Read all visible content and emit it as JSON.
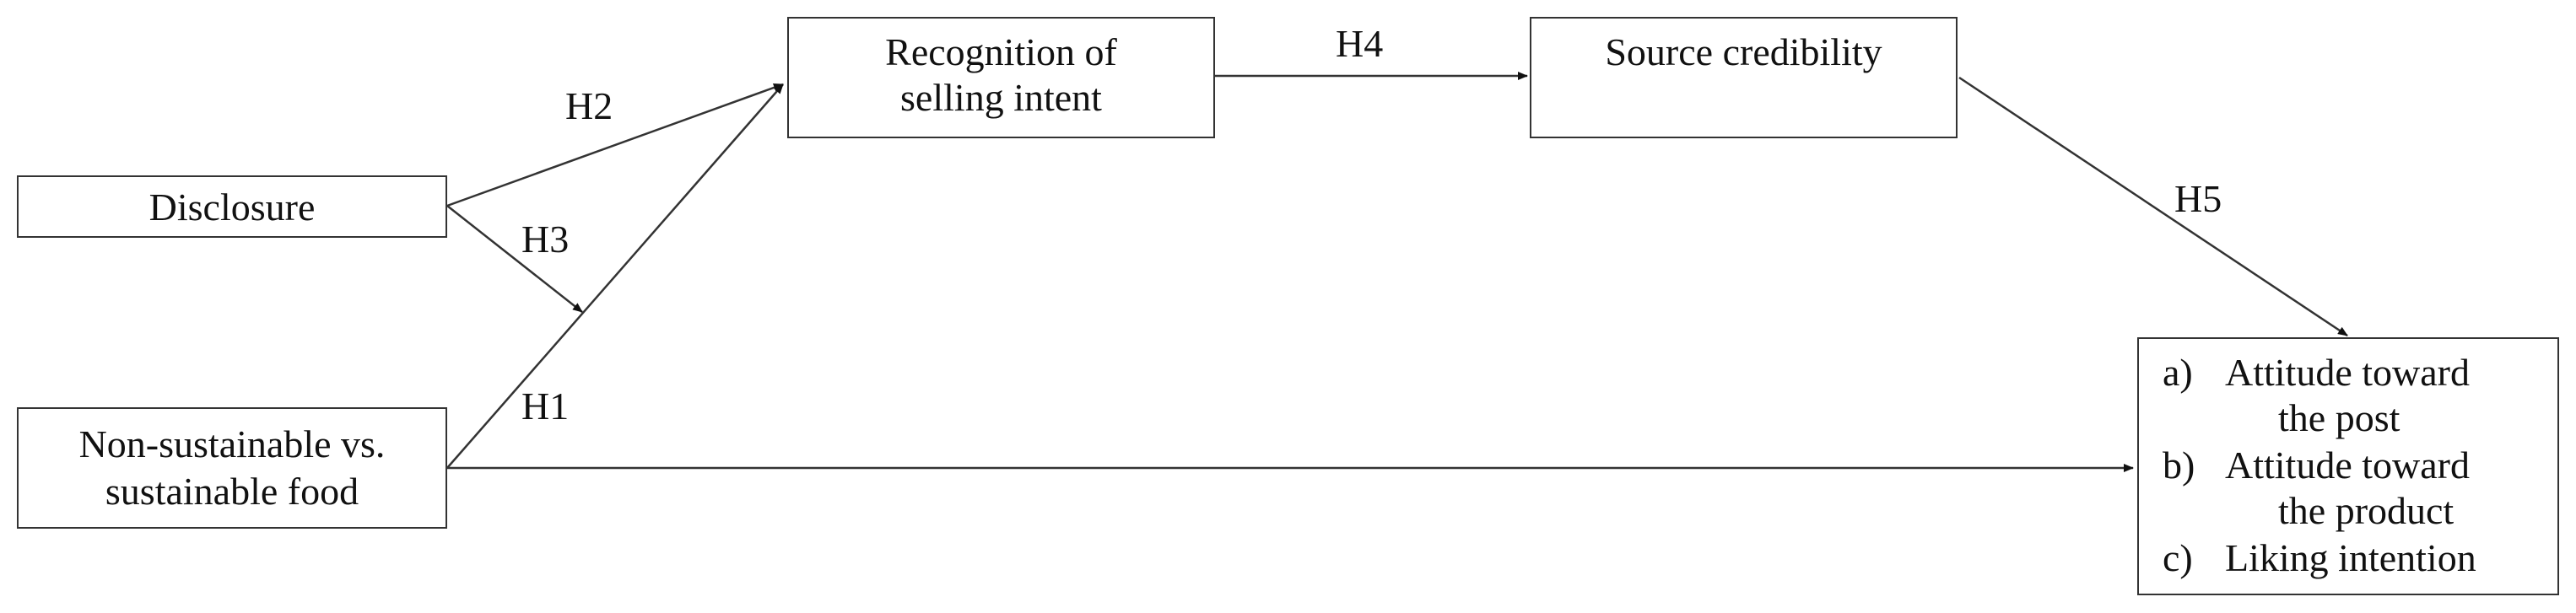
{
  "diagram": {
    "boxes": {
      "disclosure": "Disclosure",
      "food": {
        "line1": "Non-sustainable vs.",
        "line2": "sustainable food"
      },
      "recognition": {
        "line1": "Recognition of",
        "line2": "selling intent"
      },
      "credibility": "Source credibility",
      "outcomes": [
        {
          "letter": "a)",
          "line1": "Attitude toward",
          "line2": "the post"
        },
        {
          "letter": "b)",
          "line1": "Attitude toward",
          "line2": "the product"
        },
        {
          "letter": "c)",
          "line1": "Liking intention"
        }
      ]
    },
    "hypotheses": {
      "h1": "H1",
      "h2": "H2",
      "h3": "H3",
      "h4": "H4",
      "h5": "H5"
    },
    "colors": {
      "line": "#333333",
      "text": "#111111"
    }
  }
}
